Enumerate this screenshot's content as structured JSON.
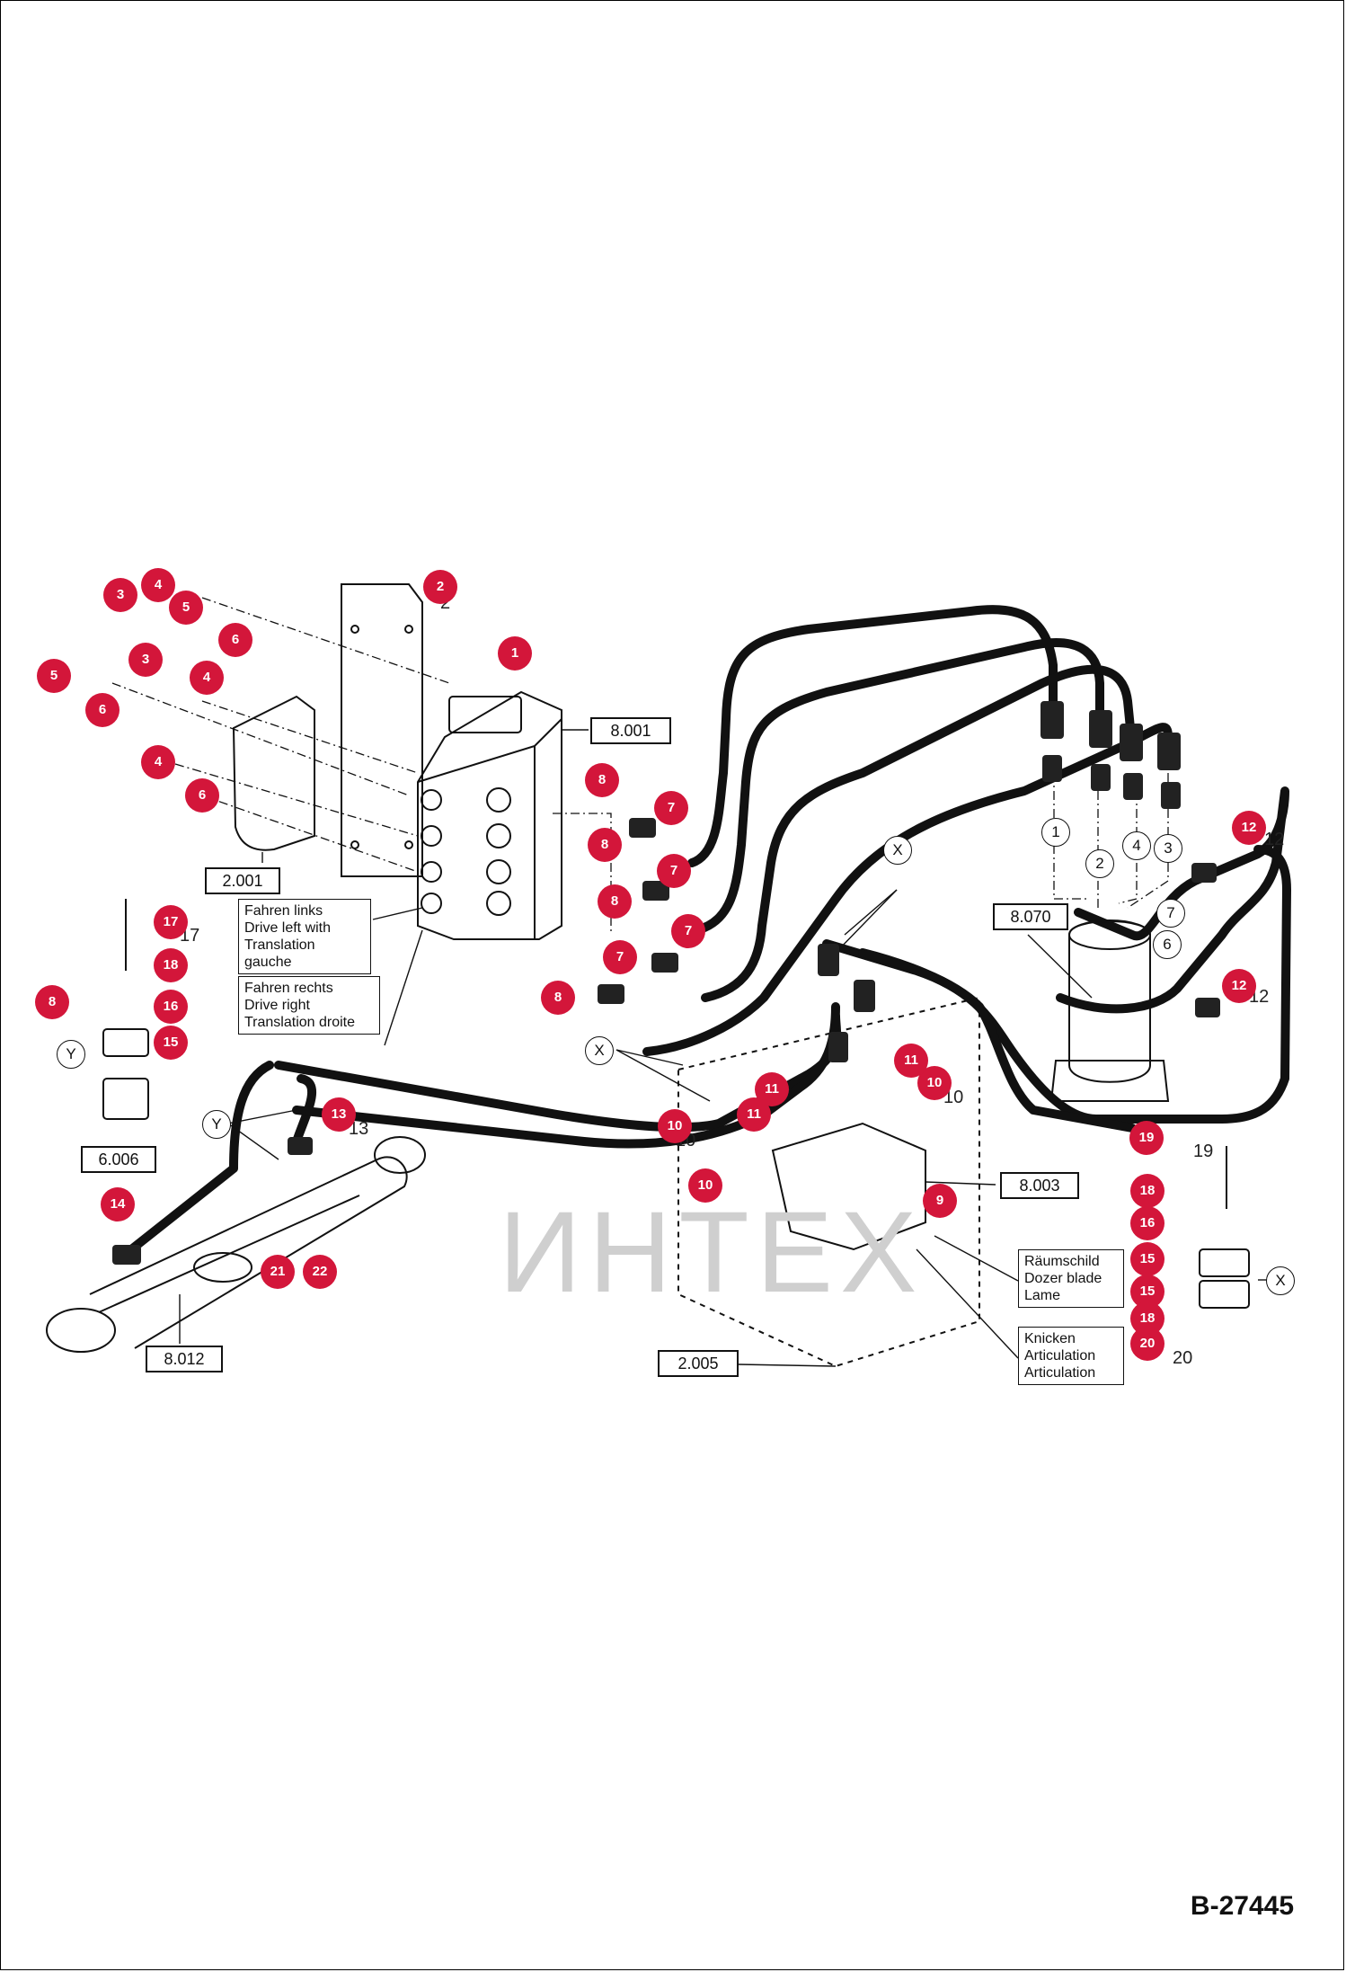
{
  "doc_ref": "B-27445",
  "watermark": "ИНТЕХ",
  "ref_boxes": [
    "8.001",
    "2.001",
    "8.070",
    "6.006",
    "8.003",
    "8.012",
    "2.005"
  ],
  "notes": {
    "drive_left": "Fahren links\nDrive left with\nTranslation gauche",
    "drive_right": "Fahren rechts\nDrive right\nTranslation droite",
    "dozer_blade": "Räumschild\nDozer blade\nLame",
    "articulation": "Knicken\nArticulation\nArticulation"
  },
  "callouts": {
    "x": "X",
    "y": "Y",
    "c1": "1",
    "c2": "2",
    "c3": "3",
    "c4": "4",
    "c6": "6",
    "c7": "7"
  },
  "badges": {
    "b1": "1",
    "b2": "2",
    "b3": "3",
    "b4": "4",
    "b5": "5",
    "b6": "6",
    "b7": "7",
    "b8": "8",
    "b9": "9",
    "b10": "10",
    "b11": "11",
    "b12": "12",
    "b13": "13",
    "b14": "14",
    "b15": "15",
    "b16": "16",
    "b17": "17",
    "b18": "18",
    "b19": "19",
    "b20": "20",
    "b21": "21",
    "b22": "22"
  },
  "colors": {
    "badge": "#d3163a",
    "hose": "#111111",
    "line": "#111111"
  }
}
